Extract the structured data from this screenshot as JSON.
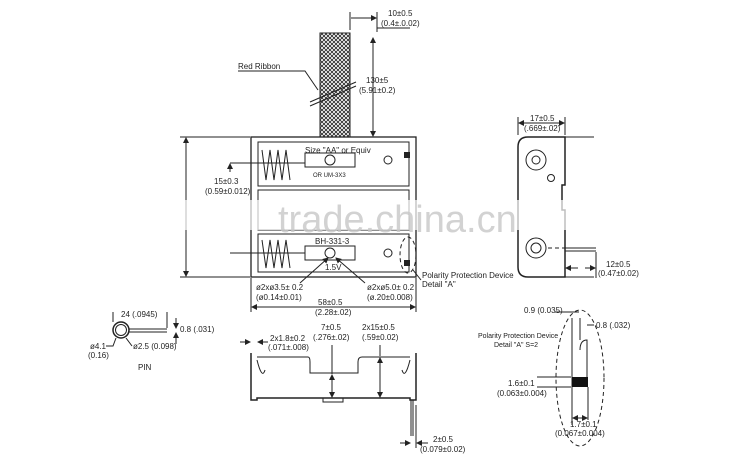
{
  "top_view": {
    "ribbon_label": "Red Ribbon",
    "ribbon_width": "10±0.5",
    "ribbon_width_in": "(0.4±.0.02)",
    "ribbon_length": "130±5",
    "ribbon_length_in": "(5.91±0.2)",
    "cell_pitch": "15±0.3",
    "cell_pitch_in": "(0.59±0.012)",
    "battery_size": "Size \"AA\" or Equiv",
    "battery_alt": "OR UM-3X3",
    "model": "BH-331-3",
    "voltage": "1.5V",
    "hole_small": "ø2xø3.5± 0.2",
    "hole_small_in": "(ø0.14±0.01)",
    "hole_large": "ø2xø5.0± 0.2",
    "hole_large_in": "(ø.20±0.008)",
    "length": "58±0.5",
    "length_in": "(2.28±.02)",
    "polarity_label": "Polarity Protection Device",
    "polarity_detail": "Detail \"A\""
  },
  "side_view": {
    "width": "17±0.5",
    "width_in": "(.669±.02)",
    "lead": "12±0.5",
    "lead_in": "(0.47±0.02)"
  },
  "pin": {
    "length": "24 (.0945)",
    "thickness": "0.8 (.031)",
    "outer_dia": "ø4.1",
    "outer_dia_in": "(0.16)",
    "inner_dia": "ø2.5 (0.098)",
    "label": "PIN"
  },
  "bottom_view": {
    "wall": "2x1.8±0.2",
    "wall_in": "(.071±.008)",
    "depth": "7±0.5",
    "depth_in": "(.276±.02)",
    "height": "2x15±0.5",
    "height_in": "(.59±0.02)",
    "tab": "2±0.5",
    "tab_in": "(0.079±0.02)"
  },
  "detail_a": {
    "title": "Polarity Protection Device",
    "subtitle": "Detail \"A\" S=2",
    "dim1": "0.9 (0.035)",
    "dim2": "0.8 (.032)",
    "dim3": "1.6±0.1",
    "dim3_in": "(0.063±0.004)",
    "dim4": "1.7±0.1",
    "dim4_in": "(0.067±0.004)"
  },
  "watermark": "trade.china.cn"
}
